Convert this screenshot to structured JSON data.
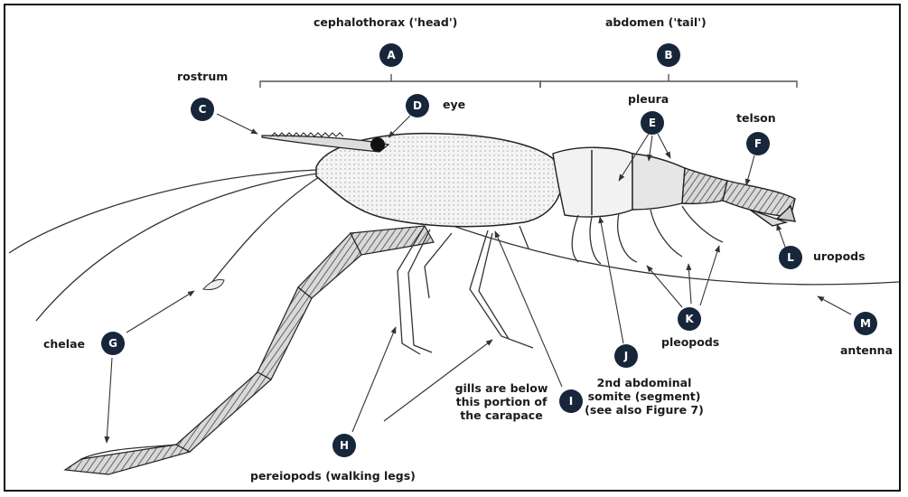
{
  "labels": {
    "A": {
      "letter": "A",
      "text": "cephalothorax ('head')"
    },
    "B": {
      "letter": "B",
      "text": "abdomen ('tail')"
    },
    "C": {
      "letter": "C",
      "text": "rostrum"
    },
    "D": {
      "letter": "D",
      "text": "eye"
    },
    "E": {
      "letter": "E",
      "text": "pleura"
    },
    "F": {
      "letter": "F",
      "text": "telson"
    },
    "G": {
      "letter": "G",
      "text": "chelae"
    },
    "H": {
      "letter": "H",
      "text": "pereiopods (walking legs)"
    },
    "I": {
      "letter": "I",
      "lines": [
        "gills are below",
        "this portion of",
        "the carapace"
      ]
    },
    "J": {
      "letter": "J",
      "lines": [
        "2nd abdominal",
        "somite (segment)",
        "(see also Figure 7)"
      ]
    },
    "K": {
      "letter": "K",
      "text": "pleopods"
    },
    "L": {
      "letter": "L",
      "text": "uropods"
    },
    "M": {
      "letter": "M",
      "text": "antenna"
    }
  },
  "colors": {
    "badge": "#17263a",
    "ink": "#1b1b1b",
    "frame": "#111111"
  }
}
